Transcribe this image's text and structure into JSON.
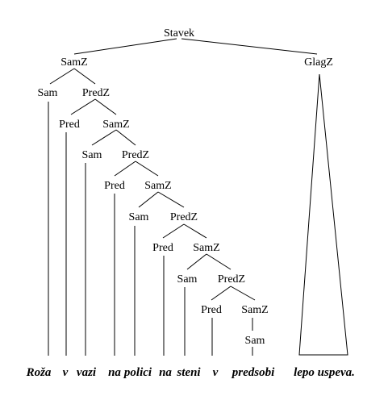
{
  "tree": {
    "root": "Stavek",
    "nodes": {
      "samz_1": "SamZ",
      "glagz": "GlagZ",
      "sam_1": "Sam",
      "predz_1": "PredZ",
      "pred_1": "Pred",
      "samz_2": "SamZ",
      "sam_2": "Sam",
      "predz_2": "PredZ",
      "pred_2": "Pred",
      "samz_3": "SamZ",
      "sam_3": "Sam",
      "predz_3": "PredZ",
      "pred_3": "Pred",
      "samz_4": "SamZ",
      "sam_4": "Sam",
      "predz_4": "PredZ",
      "pred_4": "Pred",
      "samz_5": "SamZ",
      "sam_5": "Sam"
    },
    "words": {
      "w_roza": "Roža",
      "w_v1": "v",
      "w_vazi": "vazi",
      "w_na1": "na",
      "w_polici": "polici",
      "w_na2": "na",
      "w_steni": "steni",
      "w_v2": "v",
      "w_predsobi": "predsobi",
      "w_lepo_uspeva": "lepo uspeva."
    }
  }
}
